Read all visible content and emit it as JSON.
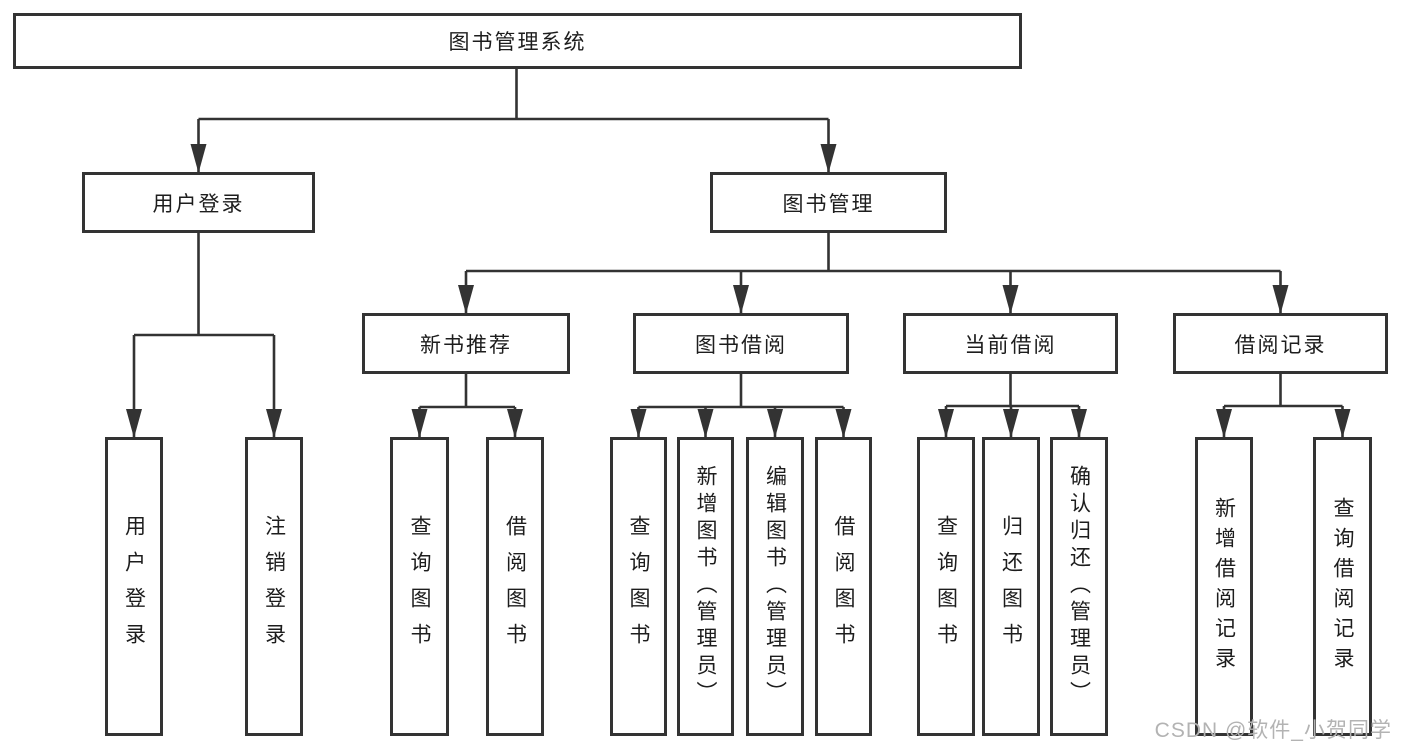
{
  "tree": {
    "label": "图书管理系统",
    "children": [
      {
        "label": "用户登录",
        "children": [
          {
            "label": "用户登录"
          },
          {
            "label": "注销登录"
          }
        ]
      },
      {
        "label": "图书管理",
        "children": [
          {
            "label": "新书推荐",
            "children": [
              {
                "label": "查询图书"
              },
              {
                "label": "借阅图书"
              }
            ]
          },
          {
            "label": "图书借阅",
            "children": [
              {
                "label": "查询图书"
              },
              {
                "label": "新增图书（管理员）"
              },
              {
                "label": "编辑图书（管理员）"
              },
              {
                "label": "借阅图书"
              }
            ]
          },
          {
            "label": "当前借阅",
            "children": [
              {
                "label": "查询图书"
              },
              {
                "label": "归还图书"
              },
              {
                "label": "确认归还（管理员）"
              }
            ]
          },
          {
            "label": "借阅记录",
            "children": [
              {
                "label": "新增借阅记录"
              },
              {
                "label": "查询借阅记录"
              }
            ]
          }
        ]
      }
    ]
  },
  "watermark": "CSDN @软件_小贺同学",
  "colors": {
    "line": "#333333",
    "text": "#1d1d1d",
    "watermark": "#b3b3b3",
    "background": "#ffffff"
  }
}
